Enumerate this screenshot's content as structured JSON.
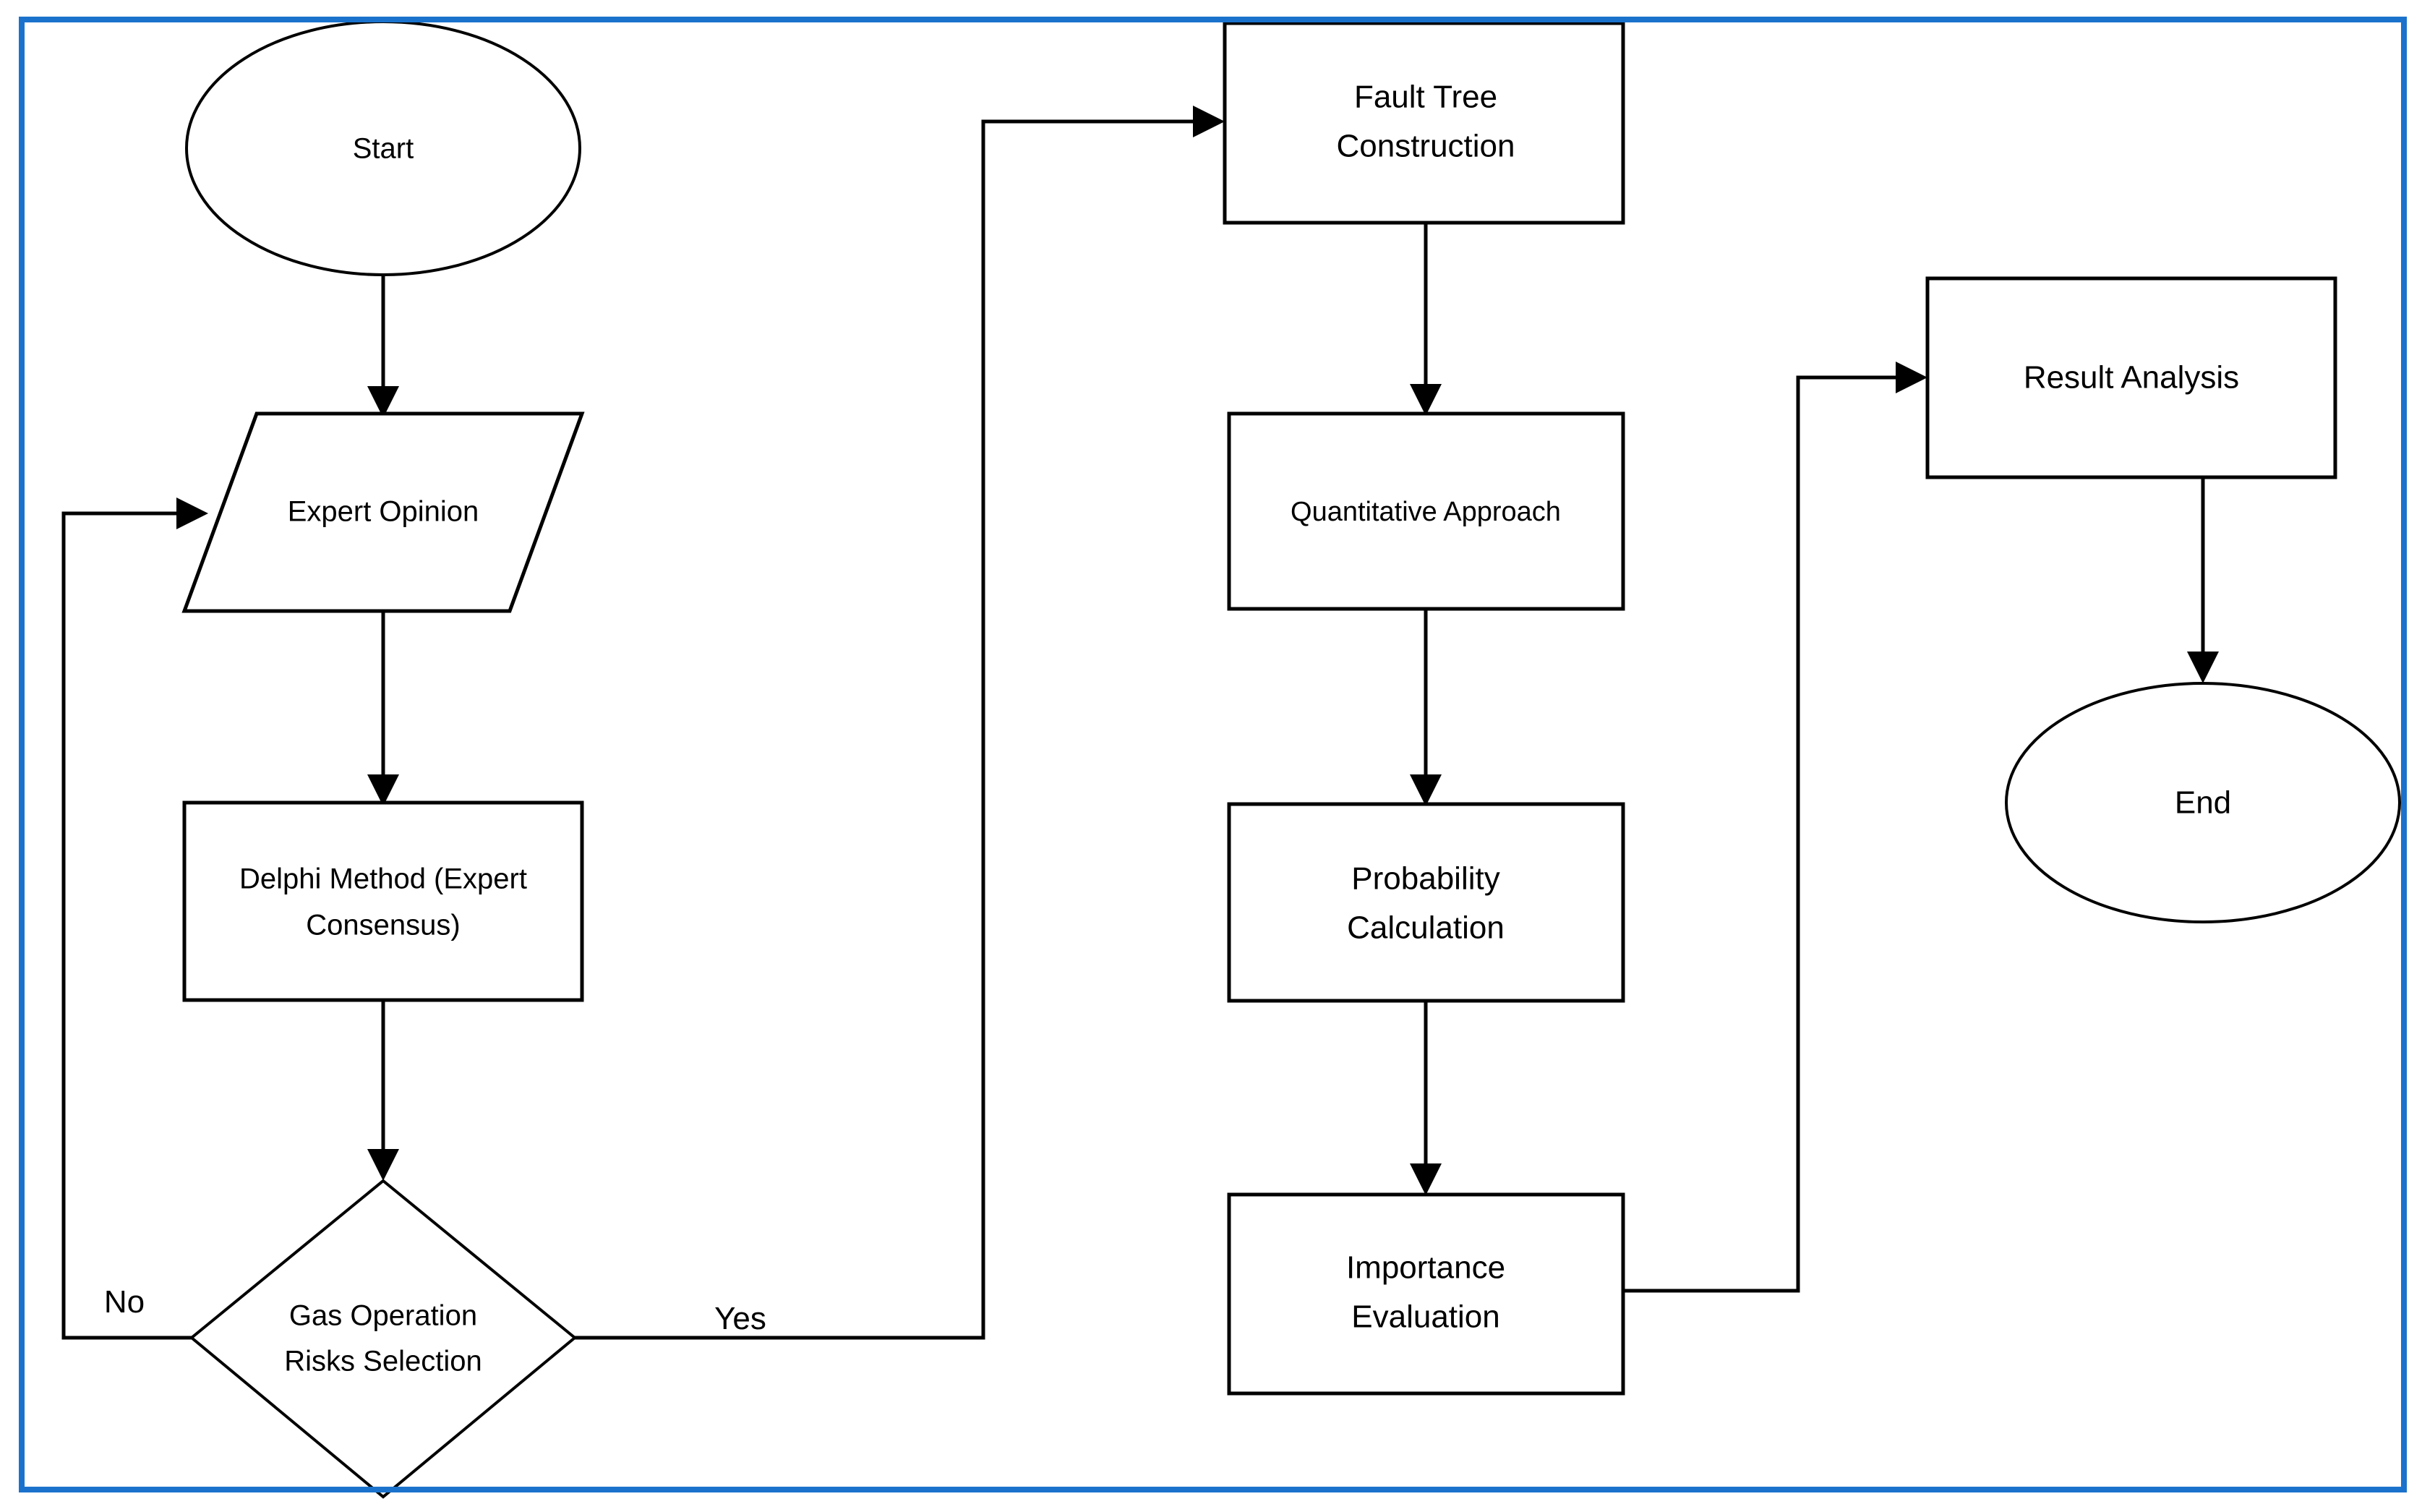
{
  "diagram": {
    "type": "flowchart",
    "title": "",
    "frame_color": "#1B72CC",
    "background_color": "#FFFFFF",
    "line_color": "#000000",
    "nodes": [
      {
        "id": "start",
        "label": "Start",
        "shape": "ellipse",
        "font_size": 40
      },
      {
        "id": "expert",
        "label": "Expert Opinion",
        "shape": "parallelogram",
        "font_size": 40
      },
      {
        "id": "delphi_l1",
        "label": "Delphi Method (Expert",
        "shape": "rectangle",
        "font_size": 40
      },
      {
        "id": "delphi_l2",
        "label": "Consensus)",
        "shape": "rectangle",
        "font_size": 40
      },
      {
        "id": "decision_l1",
        "label": "Gas Operation",
        "shape": "diamond",
        "font_size": 40
      },
      {
        "id": "decision_l2",
        "label": "Risks Selection",
        "shape": "diamond",
        "font_size": 40
      },
      {
        "id": "fault_l1",
        "label": "Fault Tree",
        "shape": "rectangle",
        "font_size": 44
      },
      {
        "id": "fault_l2",
        "label": "Construction",
        "shape": "rectangle",
        "font_size": 44
      },
      {
        "id": "quant",
        "label": "Quantitative Approach",
        "shape": "rectangle",
        "font_size": 38
      },
      {
        "id": "prob_l1",
        "label": "Probability",
        "shape": "rectangle",
        "font_size": 44
      },
      {
        "id": "prob_l2",
        "label": "Calculation",
        "shape": "rectangle",
        "font_size": 44
      },
      {
        "id": "imp_l1",
        "label": "Importance",
        "shape": "rectangle",
        "font_size": 44
      },
      {
        "id": "imp_l2",
        "label": "Evaluation",
        "shape": "rectangle",
        "font_size": 44
      },
      {
        "id": "result",
        "label": "Result Analysis",
        "shape": "rectangle",
        "font_size": 44
      },
      {
        "id": "end",
        "label": "End",
        "shape": "ellipse",
        "font_size": 44
      }
    ],
    "edge_labels": {
      "no": "No",
      "yes": "Yes"
    },
    "edges": [
      {
        "from": "start",
        "to": "expert",
        "label": ""
      },
      {
        "from": "expert",
        "to": "delphi",
        "label": ""
      },
      {
        "from": "delphi",
        "to": "decision",
        "label": ""
      },
      {
        "from": "decision",
        "to": "expert",
        "label": "No"
      },
      {
        "from": "decision",
        "to": "fault",
        "label": "Yes"
      },
      {
        "from": "fault",
        "to": "quant",
        "label": ""
      },
      {
        "from": "quant",
        "to": "prob",
        "label": ""
      },
      {
        "from": "prob",
        "to": "imp",
        "label": ""
      },
      {
        "from": "imp",
        "to": "result",
        "label": ""
      },
      {
        "from": "result",
        "to": "end",
        "label": ""
      }
    ]
  }
}
